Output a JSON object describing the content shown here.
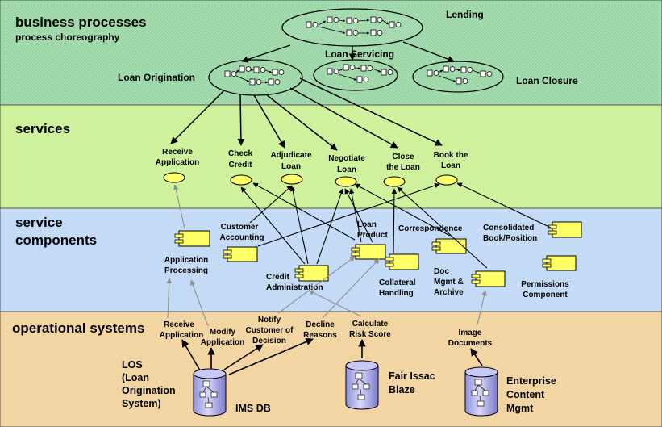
{
  "layers": {
    "business": {
      "title": "business processes",
      "subtitle": "process choreography"
    },
    "services": {
      "title": "services"
    },
    "components": {
      "title_line1": "service",
      "title_line2": "components"
    },
    "operational": {
      "title": "operational systems"
    }
  },
  "colors": {
    "business_band": "#a6ddb0",
    "services_band": "#d2f3a0",
    "components_band": "#c8def8",
    "operational_band": "#f5d8a8",
    "service_oval": "#ffff66",
    "component_box": "#ffff66",
    "gray_arrow": "#909090",
    "black_arrow": "#000000"
  },
  "processes": {
    "lending": "Lending",
    "loan_servicing": "Loan Servicing",
    "loan_origination": "Loan Origination",
    "loan_closure": "Loan Closure"
  },
  "services": {
    "receive_application": [
      "Receive",
      "Application"
    ],
    "check_credit": [
      "Check",
      "Credit"
    ],
    "adjudicate_loan": [
      "Adjudicate",
      "Loan"
    ],
    "negotiate_loan": [
      "Negotiate",
      "Loan"
    ],
    "close_the_loan": [
      "Close",
      "the Loan"
    ],
    "book_the_loan": [
      "Book the",
      "Loan"
    ]
  },
  "components": {
    "application_processing": [
      "Application",
      "Processing"
    ],
    "customer_accounting": [
      "Customer",
      "Accounting"
    ],
    "credit_administration": [
      "Credit",
      "Administration"
    ],
    "loan_product": [
      "Loan",
      "Product"
    ],
    "collateral_handling": [
      "Collateral",
      "Handling"
    ],
    "correspondence": "Correspondence",
    "doc_mgmt_archive": [
      "Doc",
      "Mgmt &",
      "Archive"
    ],
    "consolidated_book_position": [
      "Consolidated",
      "Book/Position"
    ],
    "permissions_component": [
      "Permissions",
      "Component"
    ]
  },
  "operations": {
    "receive_application": [
      "Receive",
      "Application"
    ],
    "modify_application": [
      "Modify",
      "Application"
    ],
    "notify_customer": [
      "Notify",
      "Customer of",
      "Decision"
    ],
    "decline_reasons": [
      "Decline",
      "Reasons"
    ],
    "calculate_risk_score": [
      "Calculate",
      "Risk Score"
    ],
    "image_documents": [
      "Image",
      "Documents"
    ]
  },
  "systems": {
    "los": [
      "LOS",
      "(Loan",
      "Origination",
      "System)"
    ],
    "ims_db": "IMS DB",
    "fair_issac": [
      "Fair Issac",
      "Blaze"
    ],
    "enterprise_cm": [
      "Enterprise",
      "Content",
      "Mgmt"
    ]
  }
}
